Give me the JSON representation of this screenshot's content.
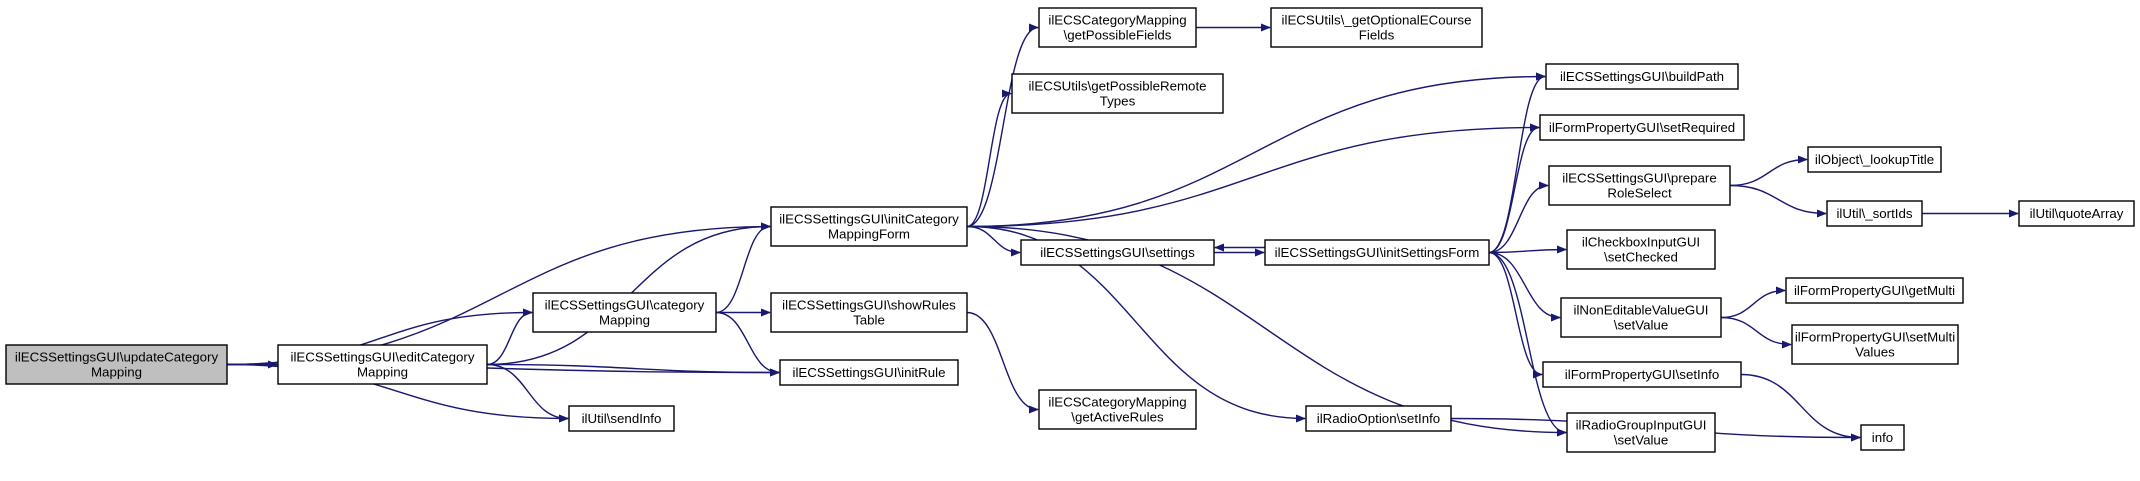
{
  "graph": {
    "node_style": {
      "fill": "#ffffff",
      "root_fill": "#bfbfbf",
      "stroke": "#000000",
      "text": "#000000"
    },
    "edge_color": "#191970",
    "nodes": [
      {
        "id": "updateCategoryMapping",
        "lines": [
          "ilECSSettingsGUI\\updateCategory",
          "Mapping"
        ],
        "root": true
      },
      {
        "id": "editCategoryMapping",
        "lines": [
          "ilECSSettingsGUI\\editCategory",
          "Mapping"
        ]
      },
      {
        "id": "categoryMapping",
        "lines": [
          "ilECSSettingsGUI\\category",
          "Mapping"
        ]
      },
      {
        "id": "sendInfo",
        "lines": [
          "ilUtil\\sendInfo"
        ]
      },
      {
        "id": "initCategoryMappingForm",
        "lines": [
          "ilECSSettingsGUI\\initCategory",
          "MappingForm"
        ]
      },
      {
        "id": "showRulesTable",
        "lines": [
          "ilECSSettingsGUI\\showRules",
          "Table"
        ]
      },
      {
        "id": "initRule",
        "lines": [
          "ilECSSettingsGUI\\initRule"
        ]
      },
      {
        "id": "getPossibleFields",
        "lines": [
          "ilECSCategoryMapping",
          "\\getPossibleFields"
        ]
      },
      {
        "id": "getPossibleRemoteTypes",
        "lines": [
          "ilECSUtils\\getPossibleRemote",
          "Types"
        ]
      },
      {
        "id": "settings",
        "lines": [
          "ilECSSettingsGUI\\settings"
        ]
      },
      {
        "id": "getActiveRules",
        "lines": [
          "ilECSCategoryMapping",
          "\\getActiveRules"
        ]
      },
      {
        "id": "getOptionalECourseFields",
        "lines": [
          "ilECSUtils\\_getOptionalECourse",
          "Fields"
        ]
      },
      {
        "id": "initSettingsForm",
        "lines": [
          "ilECSSettingsGUI\\initSettingsForm"
        ]
      },
      {
        "id": "radioOptionSetInfo",
        "lines": [
          "ilRadioOption\\setInfo"
        ]
      },
      {
        "id": "buildPath",
        "lines": [
          "ilECSSettingsGUI\\buildPath"
        ]
      },
      {
        "id": "setRequired",
        "lines": [
          "ilFormPropertyGUI\\setRequired"
        ]
      },
      {
        "id": "prepareRoleSelect",
        "lines": [
          "ilECSSettingsGUI\\prepare",
          "RoleSelect"
        ]
      },
      {
        "id": "setChecked",
        "lines": [
          "ilCheckboxInputGUI",
          "\\setChecked"
        ]
      },
      {
        "id": "nonEditableSetValue",
        "lines": [
          "ilNonEditableValueGUI",
          "\\setValue"
        ]
      },
      {
        "id": "formSetInfo",
        "lines": [
          "ilFormPropertyGUI\\setInfo"
        ]
      },
      {
        "id": "radioGroupSetValue",
        "lines": [
          "ilRadioGroupInputGUI",
          "\\setValue"
        ]
      },
      {
        "id": "lookupTitle",
        "lines": [
          "ilObject\\_lookupTitle"
        ]
      },
      {
        "id": "sortIds",
        "lines": [
          "ilUtil\\_sortIds"
        ]
      },
      {
        "id": "getMulti",
        "lines": [
          "ilFormPropertyGUI\\getMulti"
        ]
      },
      {
        "id": "setMultiValues",
        "lines": [
          "ilFormPropertyGUI\\setMulti",
          "Values"
        ]
      },
      {
        "id": "info",
        "lines": [
          "info"
        ]
      },
      {
        "id": "quoteArray",
        "lines": [
          "ilUtil\\quoteArray"
        ]
      }
    ],
    "edges": [
      [
        "updateCategoryMapping",
        "initCategoryMappingForm"
      ],
      [
        "updateCategoryMapping",
        "categoryMapping"
      ],
      [
        "updateCategoryMapping",
        "editCategoryMapping"
      ],
      [
        "updateCategoryMapping",
        "sendInfo"
      ],
      [
        "updateCategoryMapping",
        "initRule"
      ],
      [
        "editCategoryMapping",
        "initCategoryMappingForm"
      ],
      [
        "editCategoryMapping",
        "categoryMapping"
      ],
      [
        "editCategoryMapping",
        "initRule"
      ],
      [
        "editCategoryMapping",
        "sendInfo"
      ],
      [
        "categoryMapping",
        "initCategoryMappingForm"
      ],
      [
        "categoryMapping",
        "showRulesTable"
      ],
      [
        "categoryMapping",
        "initRule"
      ],
      [
        "initCategoryMappingForm",
        "getPossibleFields"
      ],
      [
        "initCategoryMappingForm",
        "getPossibleRemoteTypes"
      ],
      [
        "initCategoryMappingForm",
        "buildPath"
      ],
      [
        "initCategoryMappingForm",
        "setRequired"
      ],
      [
        "initCategoryMappingForm",
        "settings"
      ],
      [
        "initCategoryMappingForm",
        "radioOptionSetInfo"
      ],
      [
        "initCategoryMappingForm",
        "radioGroupSetValue"
      ],
      [
        "getPossibleFields",
        "getOptionalECourseFields"
      ],
      [
        "showRulesTable",
        "getActiveRules"
      ],
      [
        "settings",
        "initSettingsForm"
      ],
      [
        "initSettingsForm",
        "settings"
      ],
      [
        "initSettingsForm",
        "buildPath"
      ],
      [
        "initSettingsForm",
        "setRequired"
      ],
      [
        "initSettingsForm",
        "prepareRoleSelect"
      ],
      [
        "initSettingsForm",
        "setChecked"
      ],
      [
        "initSettingsForm",
        "nonEditableSetValue"
      ],
      [
        "initSettingsForm",
        "formSetInfo"
      ],
      [
        "initSettingsForm",
        "radioGroupSetValue"
      ],
      [
        "prepareRoleSelect",
        "lookupTitle"
      ],
      [
        "prepareRoleSelect",
        "sortIds"
      ],
      [
        "sortIds",
        "quoteArray"
      ],
      [
        "nonEditableSetValue",
        "getMulti"
      ],
      [
        "nonEditableSetValue",
        "setMultiValues"
      ],
      [
        "formSetInfo",
        "info"
      ],
      [
        "radioOptionSetInfo",
        "info"
      ]
    ]
  }
}
